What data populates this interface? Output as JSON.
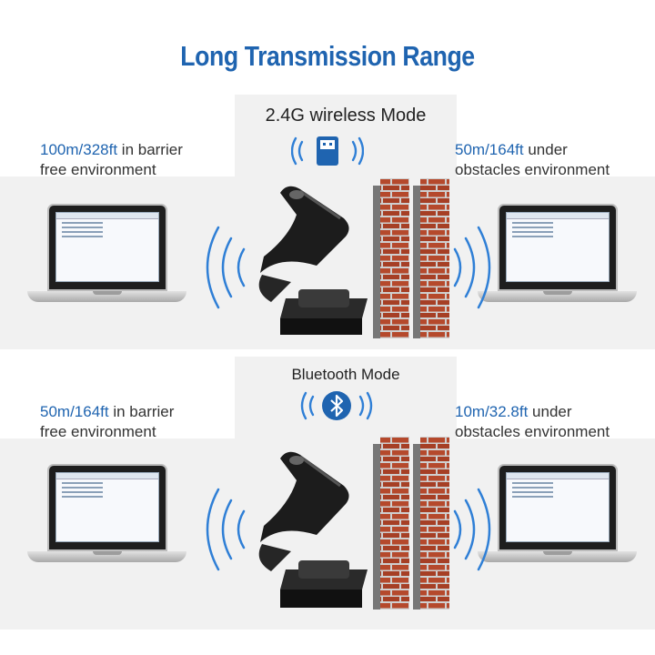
{
  "title": "Long Transmission Range",
  "modes": [
    {
      "label": "2.4G wireless Mode",
      "icon": "usb-dongle-icon",
      "left_range": {
        "value": "100m/328ft",
        "suffix": " in barrier",
        "line2": "free environment"
      },
      "right_range": {
        "value": "50m/164ft",
        "suffix": " under",
        "line2": "obstacles environment"
      }
    },
    {
      "label": "Bluetooth Mode",
      "icon": "bluetooth-icon",
      "left_range": {
        "value": "50m/164ft",
        "suffix": " in barrier",
        "line2": "free environment"
      },
      "right_range": {
        "value": "10m/32.8ft",
        "suffix": " under",
        "line2": "obstacles environment"
      }
    }
  ],
  "colors": {
    "accent": "#1f64b0",
    "wave": "#2f7fd6",
    "band": "#f1f1f1",
    "brick": "#b5492c"
  }
}
